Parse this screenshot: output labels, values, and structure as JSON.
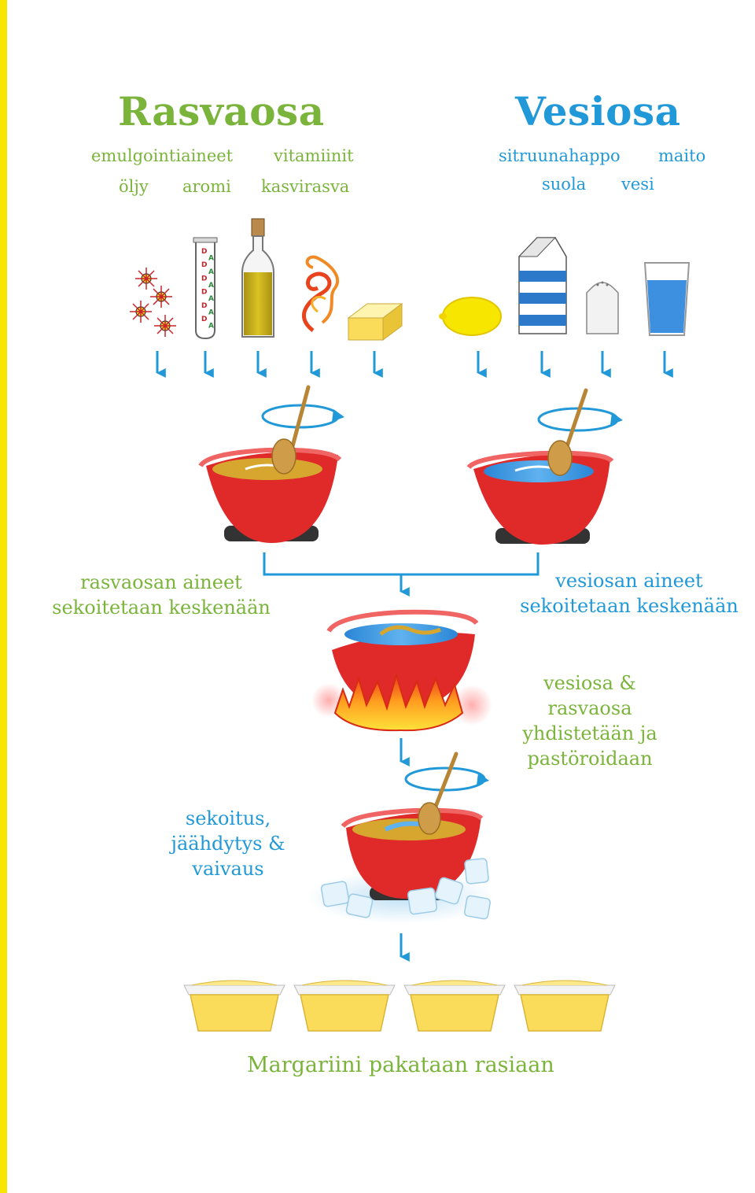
{
  "fat_phase": {
    "title": "Rasvaosa",
    "ingredients": [
      "emulgointiaineet",
      "vitamiinit",
      "öljy",
      "aromi",
      "kasvirasva"
    ],
    "vitamin_label_letters": [
      "D",
      "A",
      "D",
      "A",
      "D",
      "A",
      "D",
      "A",
      "D",
      "A",
      "D",
      "A"
    ]
  },
  "water_phase": {
    "title": "Vesiosa",
    "ingredients": [
      "sitruunahappo",
      "maito",
      "suola",
      "vesi"
    ]
  },
  "steps": {
    "fat_mix_line1": "rasvaosan aineet",
    "fat_mix_line2": "sekoitetaan keskenään",
    "water_mix_line1": "vesiosan aineet",
    "water_mix_line2": "sekoitetaan keskenään",
    "combine_line1": "vesiosa &",
    "combine_line2": "rasvaosa",
    "combine_line3": "yhdistetään ja",
    "combine_line4": "pastöroidaan",
    "cool_line1": "sekoitus,",
    "cool_line2": "jäähdytys &",
    "cool_line3": "vaivaus",
    "final": "Margariini pakataan rasiaan"
  },
  "colors": {
    "fat_green": "#7ab43a",
    "water_blue": "#2199d8",
    "bowl_red": "#e02a2a",
    "side_bar_yellow": "#f7e600",
    "butter_yellow": "#fbdc5a"
  }
}
